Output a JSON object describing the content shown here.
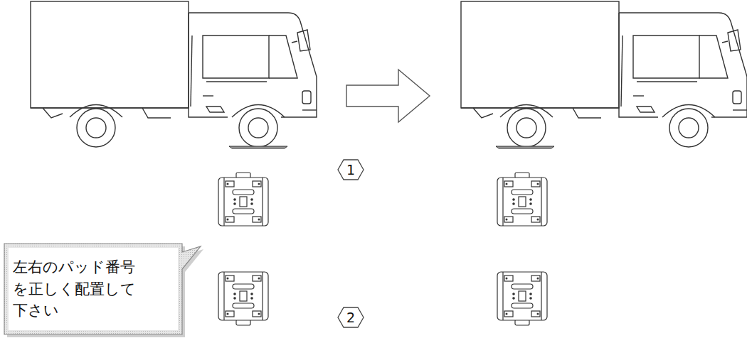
{
  "diagram": {
    "nodes": [
      {
        "text": [
          "1"
        ]
      },
      {
        "text": [
          "左右のパッド番号 を正しく配置して 下さい"
        ]
      },
      {
        "text": [
          "2"
        ]
      }
    ]
  }
}
